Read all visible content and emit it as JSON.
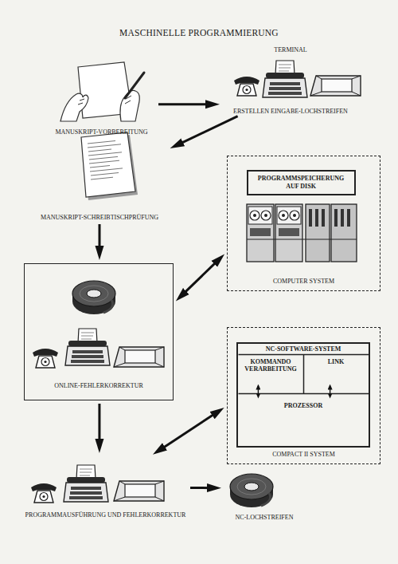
{
  "diagram": {
    "title": "MASCHINELLE PROGRAMMIERUNG",
    "nodes": [
      {
        "text": [
          "MANUSKRIPT-VORBEREITUNG"
        ]
      },
      {
        "text": [
          "TERMINAL",
          "ERSTELLEN EINGABE-LOCHSTREIFEN"
        ]
      },
      {
        "text": [
          "MANUSKRIPT-SCHREIBTISCHPRÜFUNG"
        ]
      },
      {
        "text": [
          "COMPUTER SYSTEM"
        ]
      },
      {
        "text": [
          "PROGRAMMSPEICHERUNG AUF DISK"
        ],
        "in": 3
      },
      {
        "text": [
          "ONLINE-FEHLERKORREKTUR"
        ]
      },
      {
        "text": [
          "COMPACT II SYSTEM"
        ]
      },
      {
        "text": [
          "NC-SOFTWARE-SYSTEM"
        ],
        "in": 6
      },
      {
        "text": [
          "KOMMANDO VERARBEITUNG"
        ],
        "in": 7
      },
      {
        "text": [
          "LINK"
        ],
        "in": 7
      },
      {
        "text": [
          "PROZESSOR"
        ],
        "in": 7
      },
      {
        "text": [
          "PROGRAMMAUSFÜHRUNG UND FEHLERKORREKTUR"
        ]
      },
      {
        "text": [
          "NC-LOCHSTREIFEN"
        ]
      }
    ],
    "edges": [
      {
        "from": 0,
        "to": 1,
        "arrow": "to"
      },
      {
        "from": 1,
        "to": 2,
        "arrow": "to"
      },
      {
        "from": 2,
        "to": 5,
        "arrow": "to"
      },
      {
        "from": 5,
        "to": 3,
        "arrow": "both"
      },
      {
        "from": 5,
        "to": 11,
        "arrow": "to"
      },
      {
        "from": 11,
        "to": 6,
        "arrow": "both"
      },
      {
        "from": 11,
        "to": 12,
        "arrow": "to"
      },
      {
        "from": 8,
        "to": 10,
        "arrow": "both"
      },
      {
        "from": 9,
        "to": 10,
        "arrow": "both"
      }
    ]
  }
}
